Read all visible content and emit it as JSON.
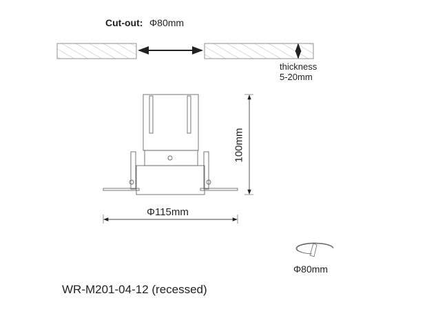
{
  "cutout": {
    "label": "Cut-out:",
    "value": "Φ80mm"
  },
  "thickness": {
    "label": "thickness",
    "value": "5-20mm"
  },
  "height": "100mm",
  "diameter": "Φ115mm",
  "hole_saw": "Φ80mm",
  "model": "WR-M201-04-12  (recessed)"
}
